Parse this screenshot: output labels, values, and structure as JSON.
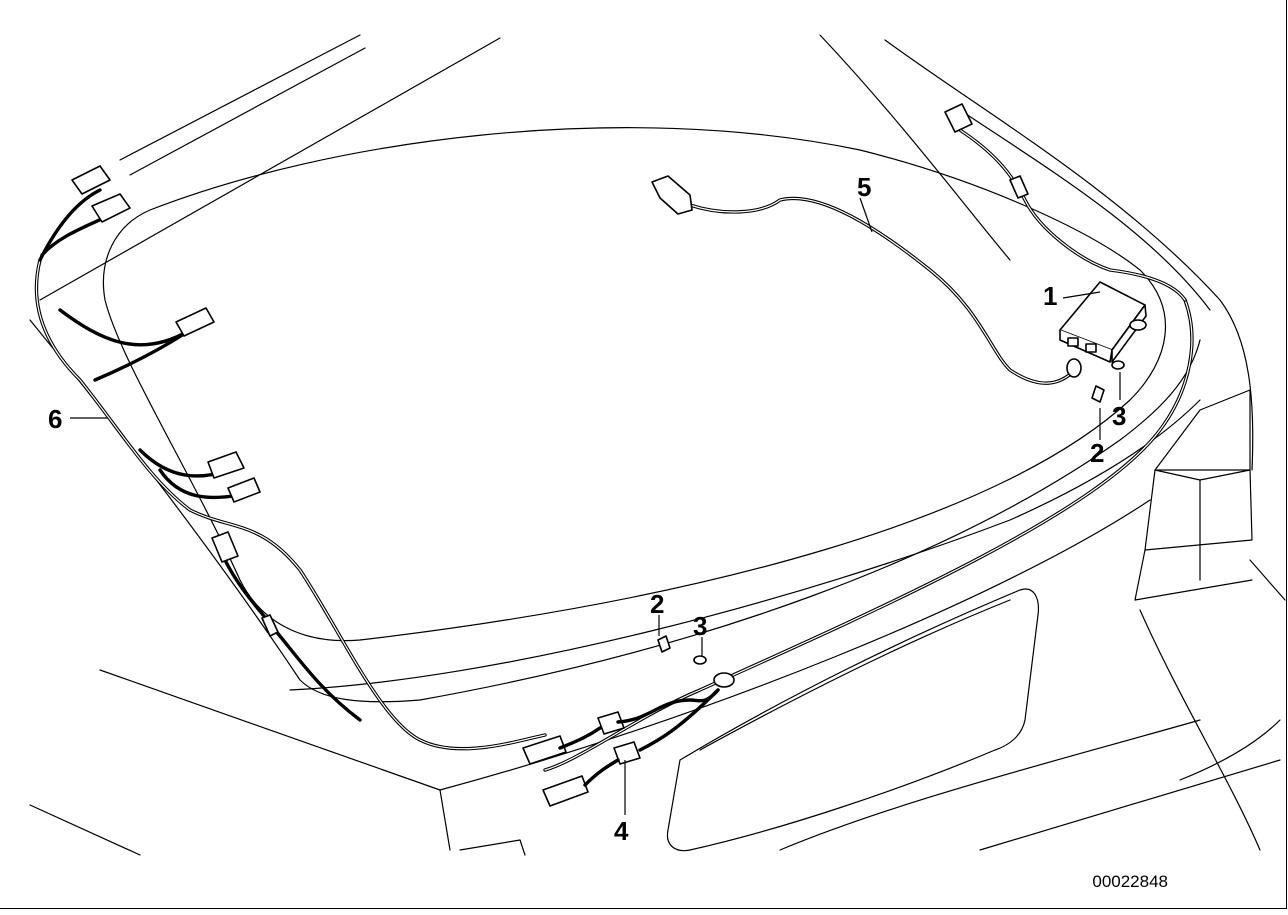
{
  "diagram": {
    "document_number": "00022848",
    "callouts": [
      {
        "id": "c1",
        "label": "1"
      },
      {
        "id": "c2a",
        "label": "2"
      },
      {
        "id": "c3a",
        "label": "3"
      },
      {
        "id": "c2b",
        "label": "2"
      },
      {
        "id": "c3b",
        "label": "3"
      },
      {
        "id": "c4",
        "label": "4"
      },
      {
        "id": "c5",
        "label": "5"
      },
      {
        "id": "c6",
        "label": "6"
      }
    ]
  }
}
